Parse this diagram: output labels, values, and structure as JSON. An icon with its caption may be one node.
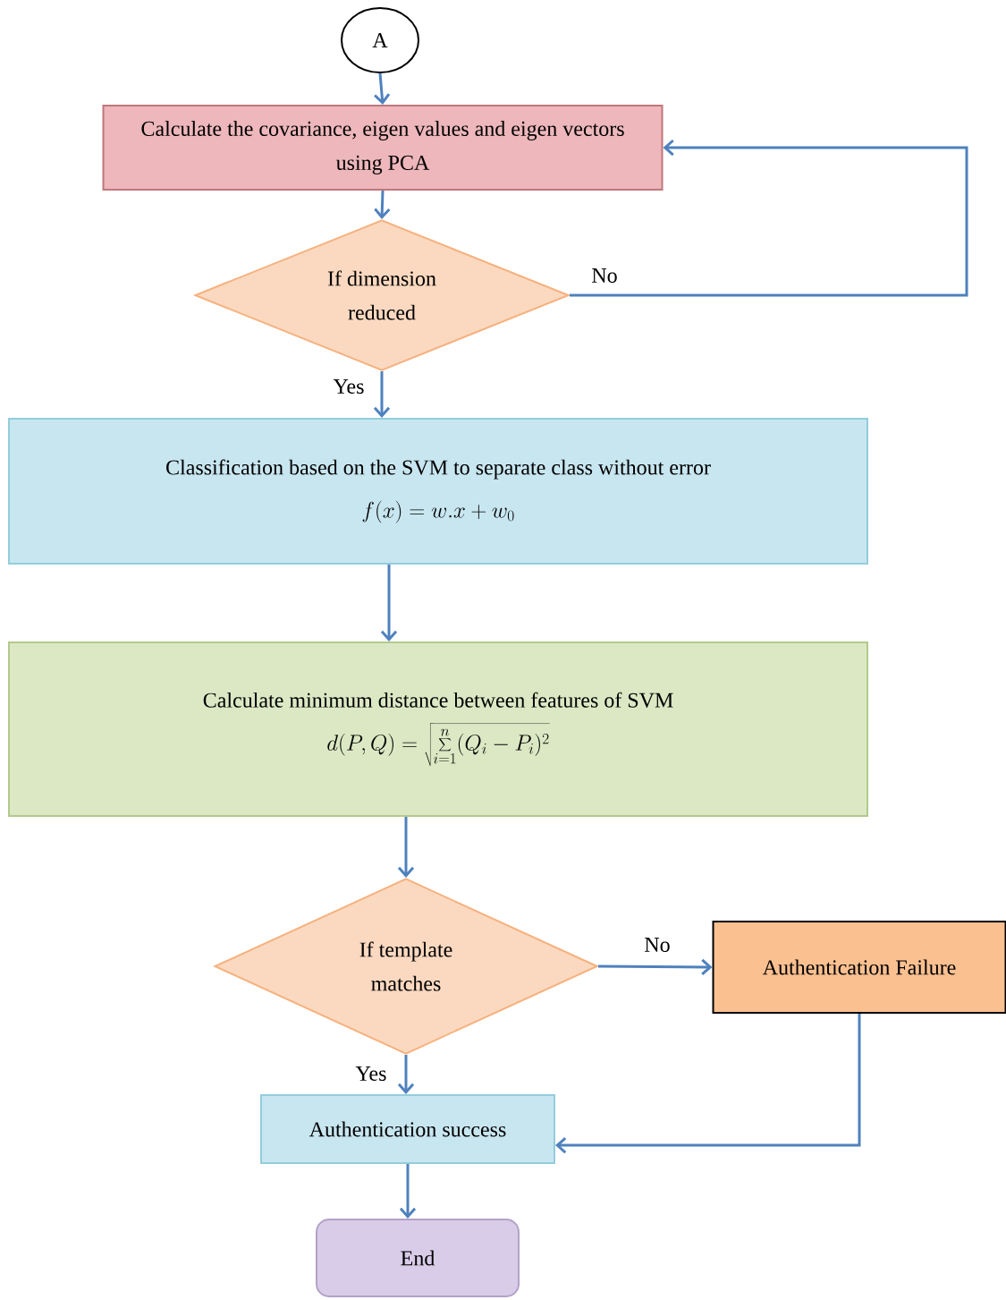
{
  "diagram": {
    "nodes": [
      {
        "text": [
          "A"
        ]
      },
      {
        "text": [
          "Calculate the covariance, eigen values and eigen vectors using PCA"
        ]
      },
      {
        "text": [
          "If dimension reduced"
        ]
      },
      {
        "text": [
          "Classification based on the SVM to separate class without error",
          "f(x) = w.x + w_0"
        ]
      },
      {
        "text": [
          "Calculate minimum distance between features of SVM",
          "d(P,Q) = \\sqrt{\\sum_{i=1}^{n}(Q_i - P_i)^2}"
        ]
      },
      {
        "text": [
          "If template matches"
        ]
      },
      {
        "text": [
          "Authentication Failure"
        ]
      },
      {
        "text": [
          "Authentication success"
        ]
      },
      {
        "text": [
          "End"
        ]
      }
    ],
    "edges": [
      {
        "from": 0,
        "to": 1,
        "arrow": "to"
      },
      {
        "from": 1,
        "to": 2,
        "arrow": "to"
      },
      {
        "from": 2,
        "to": 1,
        "arrow": "to",
        "label": "No"
      },
      {
        "from": 2,
        "to": 3,
        "arrow": "to",
        "label": "Yes"
      },
      {
        "from": 3,
        "to": 4,
        "arrow": "to"
      },
      {
        "from": 4,
        "to": 5,
        "arrow": "to"
      },
      {
        "from": 5,
        "to": 6,
        "arrow": "to",
        "label": "No"
      },
      {
        "from": 5,
        "to": 7,
        "arrow": "to",
        "label": "Yes"
      },
      {
        "from": 6,
        "to": 7,
        "arrow": "to"
      },
      {
        "from": 7,
        "to": 8,
        "arrow": "to"
      }
    ]
  }
}
